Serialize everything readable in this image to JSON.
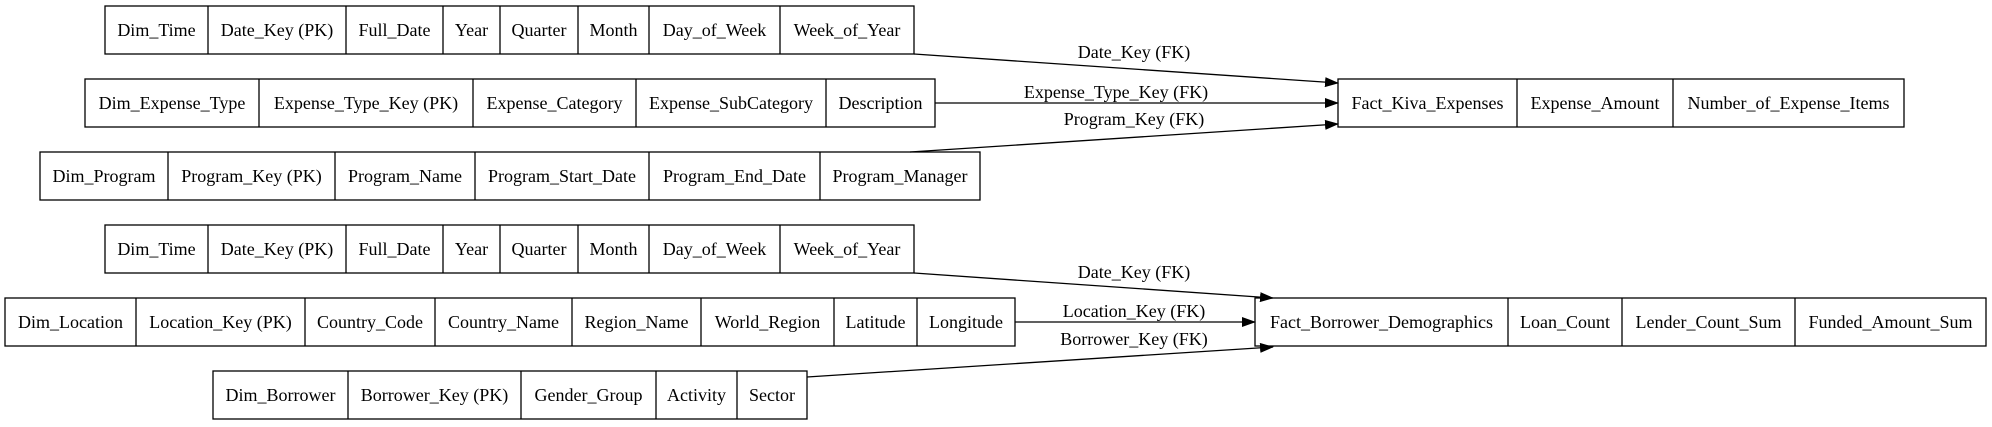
{
  "diagram": {
    "schema_1": {
      "fact": [
        "Fact_Kiva_Expenses",
        "Expense_Amount",
        "Number_of_Expense_Items"
      ],
      "dims": [
        {
          "fields": [
            "Dim_Time",
            "Date_Key (PK)",
            "Full_Date",
            "Year",
            "Quarter",
            "Month",
            "Day_of_Week",
            "Week_of_Year"
          ],
          "edge_label": "Date_Key (FK)"
        },
        {
          "fields": [
            "Dim_Expense_Type",
            "Expense_Type_Key (PK)",
            "Expense_Category",
            "Expense_SubCategory",
            "Description"
          ],
          "edge_label": "Expense_Type_Key (FK)"
        },
        {
          "fields": [
            "Dim_Program",
            "Program_Key (PK)",
            "Program_Name",
            "Program_Start_Date",
            "Program_End_Date",
            "Program_Manager"
          ],
          "edge_label": "Program_Key (FK)"
        }
      ]
    },
    "schema_2": {
      "fact": [
        "Fact_Borrower_Demographics",
        "Loan_Count",
        "Lender_Count_Sum",
        "Funded_Amount_Sum"
      ],
      "dims": [
        {
          "fields": [
            "Dim_Time",
            "Date_Key (PK)",
            "Full_Date",
            "Year",
            "Quarter",
            "Month",
            "Day_of_Week",
            "Week_of_Year"
          ],
          "edge_label": "Date_Key (FK)"
        },
        {
          "fields": [
            "Dim_Location",
            "Location_Key (PK)",
            "Country_Code",
            "Country_Name",
            "Region_Name",
            "World_Region",
            "Latitude",
            "Longitude"
          ],
          "edge_label": "Location_Key (FK)"
        },
        {
          "fields": [
            "Dim_Borrower",
            "Borrower_Key (PK)",
            "Gender_Group",
            "Activity",
            "Sector"
          ],
          "edge_label": "Borrower_Key (FK)"
        }
      ]
    }
  }
}
